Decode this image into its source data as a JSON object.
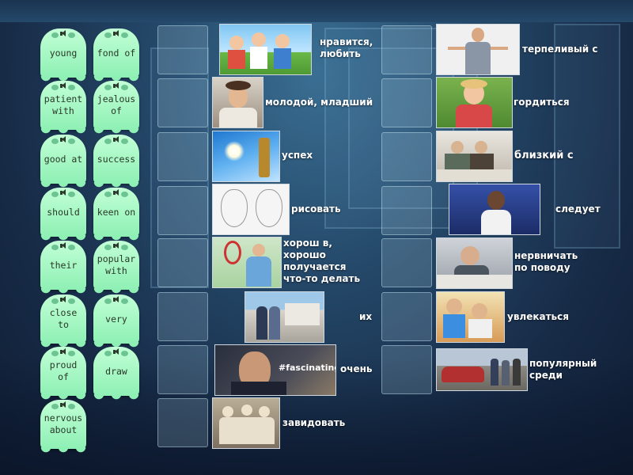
{
  "ghost_tiles": [
    {
      "label": "young"
    },
    {
      "label": "fond of"
    },
    {
      "label": "patient with"
    },
    {
      "label": "jealous of"
    },
    {
      "label": "good at"
    },
    {
      "label": "success"
    },
    {
      "label": "should"
    },
    {
      "label": "keen on"
    },
    {
      "label": "their"
    },
    {
      "label": "popular with"
    },
    {
      "label": "close to"
    },
    {
      "label": "very"
    },
    {
      "label": "proud of"
    },
    {
      "label": "draw"
    },
    {
      "label": "nervous about"
    }
  ],
  "left_cards": [
    {
      "text": "нравится, любить"
    },
    {
      "text": "молодой, младший"
    },
    {
      "text": "успех"
    },
    {
      "text": "рисовать"
    },
    {
      "text": "хорош в, хорошо получается что-то делать"
    },
    {
      "text": "их"
    },
    {
      "text": "очень",
      "image_overlay": "#fascinating"
    },
    {
      "text": "завидовать"
    }
  ],
  "right_cards": [
    {
      "text": "терпеливый с"
    },
    {
      "text": "гордиться"
    },
    {
      "text": "близкий с"
    },
    {
      "text": "следует"
    },
    {
      "text": "нервничать по поводу"
    },
    {
      "text": "увлекаться"
    },
    {
      "text": "популярный среди"
    }
  ],
  "colors": {
    "ghost_fill": "#8ef0b4",
    "ghost_text": "#283828",
    "background": "#25496a"
  },
  "icons": {
    "speaker": "speaker-icon"
  }
}
